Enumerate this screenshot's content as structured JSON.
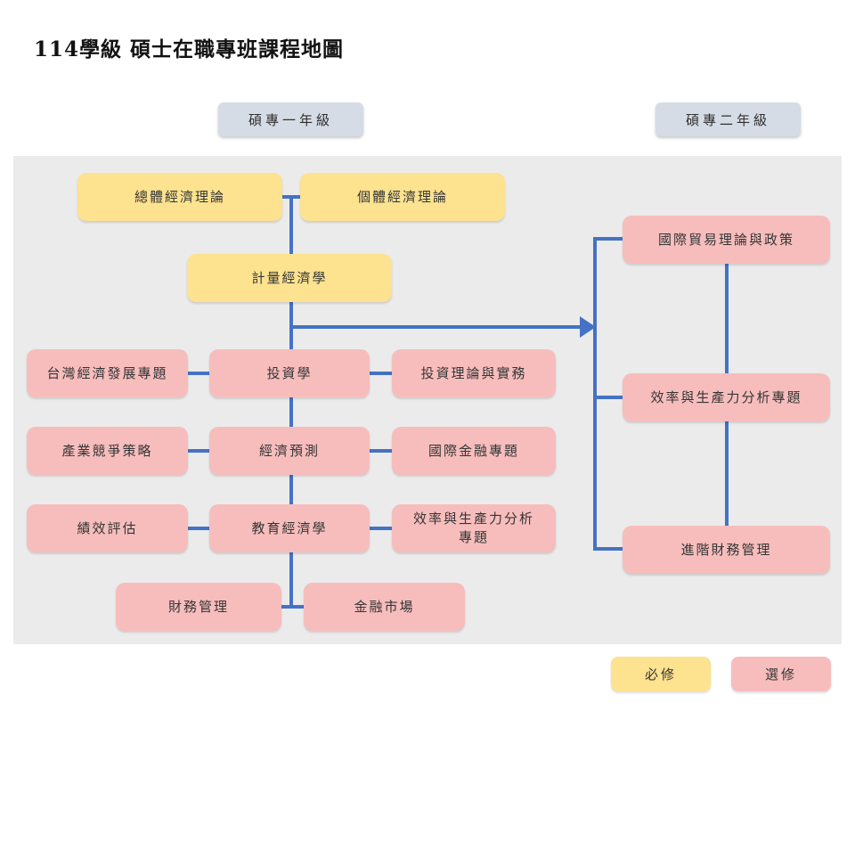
{
  "title": "114學級 碩士在職專班課程地圖",
  "headers": {
    "year1": "碩專一年級",
    "year2": "碩專二年級"
  },
  "boxes": {
    "macro": "總體經濟理論",
    "micro": "個體經濟理論",
    "econometrics": "計量經濟學",
    "taiwan": "台灣經濟發展專題",
    "investment": "投資學",
    "invest_practice": "投資理論與實務",
    "industry": "產業競爭策略",
    "forecast": "經濟預測",
    "intl_finance": "國際金融專題",
    "performance": "績效評估",
    "edu_econ": "教育經濟學",
    "efficiency1": "效率與生產力分析專題",
    "fin_mgmt": "財務管理",
    "fin_markets": "金融市場",
    "intl_trade": "國際貿易理論與政策",
    "efficiency2": "效率與生產力分析專題",
    "adv_fin": "進階財務管理"
  },
  "legend": {
    "required": "必修",
    "elective": "選修"
  },
  "colors": {
    "required_fill": "#FDE28F",
    "elective_fill": "#F7BDBD",
    "connector": "#4472C4",
    "header_fill": "#D6DCE5",
    "panel_fill": "#ECEBEB"
  }
}
